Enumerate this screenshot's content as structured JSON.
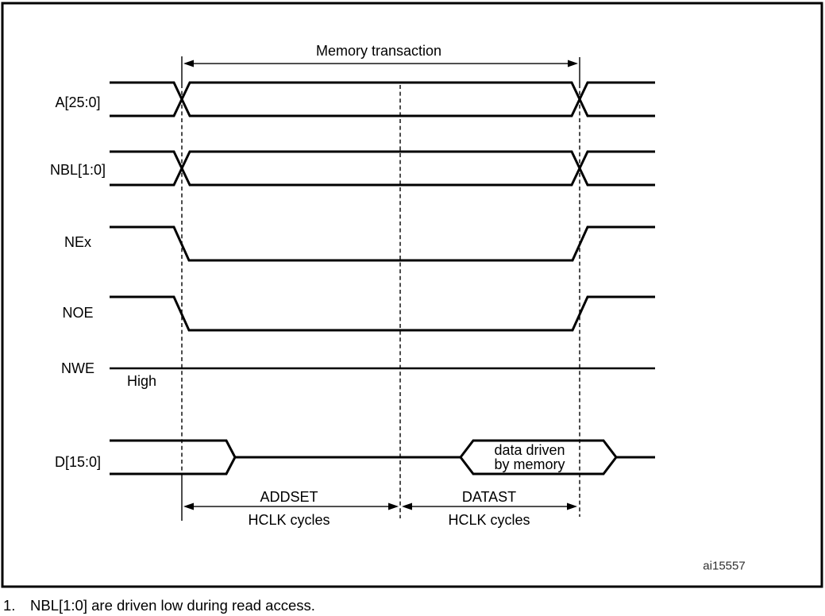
{
  "figure": {
    "title_annotation": "Memory transaction",
    "figure_id": "ai15557",
    "footnote": {
      "number": "1.",
      "text": "NBL[1:0] are driven low during read access."
    }
  },
  "signals": [
    {
      "name": "A[25:0]",
      "kind": "address-bus",
      "behavior": "valid value held for whole transaction, changes at start and end"
    },
    {
      "name": "NBL[1:0]",
      "kind": "byte-lane-bus",
      "behavior": "valid value held for whole transaction, changes at start and end"
    },
    {
      "name": "NEx",
      "kind": "chip-select",
      "behavior": "falls low at transaction start, rises high at transaction end"
    },
    {
      "name": "NOE",
      "kind": "output-enable",
      "behavior": "falls low at transaction start, rises high at transaction end"
    },
    {
      "name": "NWE",
      "kind": "write-enable",
      "behavior": "stays high for whole transaction",
      "state_label": "High"
    },
    {
      "name": "D[15:0]",
      "kind": "data-bus",
      "behavior": "released, then driven by memory during DATAST phase",
      "annotation_line1": "data driven",
      "annotation_line2": "by memory"
    }
  ],
  "phases": [
    {
      "label": "ADDSET",
      "unit": "HCLK cycles"
    },
    {
      "label": "DATAST",
      "unit": "HCLK cycles"
    }
  ],
  "colors": {
    "waveform": "#000000",
    "background": "#ffffff",
    "text": "#000000",
    "figure_id_text": "#303030"
  }
}
